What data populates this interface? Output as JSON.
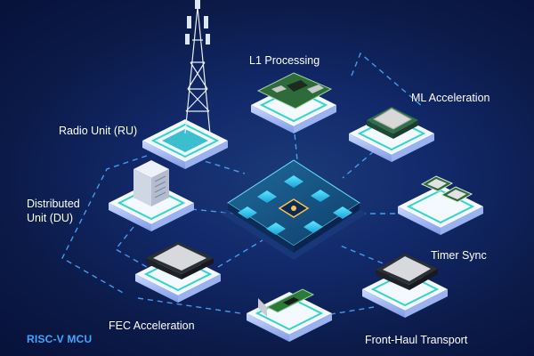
{
  "nodes": {
    "radio_unit": "Radio Unit (RU)",
    "l1_processing": "L1 Processing",
    "ml_acceleration": "ML Acceleration",
    "distributed_unit": [
      "Distributed",
      "Unit (DU)"
    ],
    "timer_sync": "Timer Sync",
    "fec_acceleration": "FEC Acceleration",
    "front_haul": "Front-Haul Transport"
  },
  "brand": "RISC-V MCU",
  "colors": {
    "background": "#0b1a48",
    "platform_top": "#ffffff",
    "platform_accent": "#31d6c8",
    "dashed_link": "#4aa8ff",
    "brand": "#3fa7ff"
  }
}
